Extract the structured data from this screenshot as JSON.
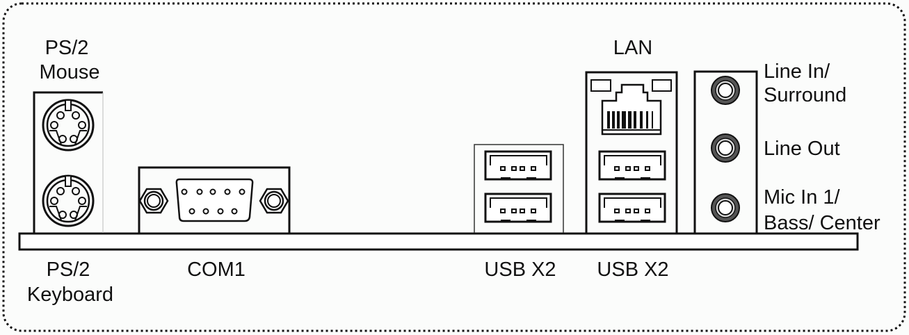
{
  "labels": {
    "ps2_mouse_line1": "PS/2",
    "ps2_mouse_line2": "Mouse",
    "ps2_keyboard_line1": "PS/2",
    "ps2_keyboard_line2": "Keyboard",
    "com1": "COM1",
    "usb_left": "USB X2",
    "usb_right": "USB X2",
    "lan": "LAN",
    "line_in_line1": "Line In/",
    "line_in_line2": "Surround",
    "line_out": "Line Out",
    "mic_in_line1": "Mic In 1/",
    "mic_in_line2": "Bass/ Center"
  }
}
